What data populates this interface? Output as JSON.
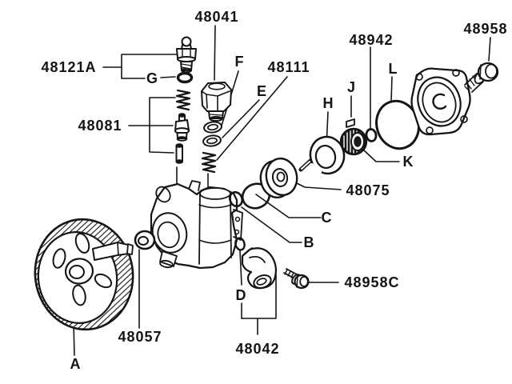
{
  "diagram": {
    "type": "exploded-parts-diagram",
    "subject": "power steering oil pump assembly",
    "colors": {
      "line": "#151515",
      "background": "#ffffff"
    },
    "labels": {
      "n48041": {
        "text": "48041"
      },
      "n48121A": {
        "text": "48121A"
      },
      "g": {
        "text": "G"
      },
      "f": {
        "text": "F"
      },
      "e": {
        "text": "E"
      },
      "n48111": {
        "text": "48111"
      },
      "n48081": {
        "text": "48081"
      },
      "h": {
        "text": "H"
      },
      "j": {
        "text": "J"
      },
      "n48942": {
        "text": "48942"
      },
      "l": {
        "text": "L"
      },
      "k": {
        "text": "K"
      },
      "n48958": {
        "text": "48958"
      },
      "n48075": {
        "text": "48075"
      },
      "c": {
        "text": "C"
      },
      "b": {
        "text": "B"
      },
      "d": {
        "text": "D"
      },
      "n48958C": {
        "text": "48958C"
      },
      "n48057": {
        "text": "48057"
      },
      "a": {
        "text": "A"
      },
      "n48042": {
        "text": "48042"
      }
    }
  }
}
